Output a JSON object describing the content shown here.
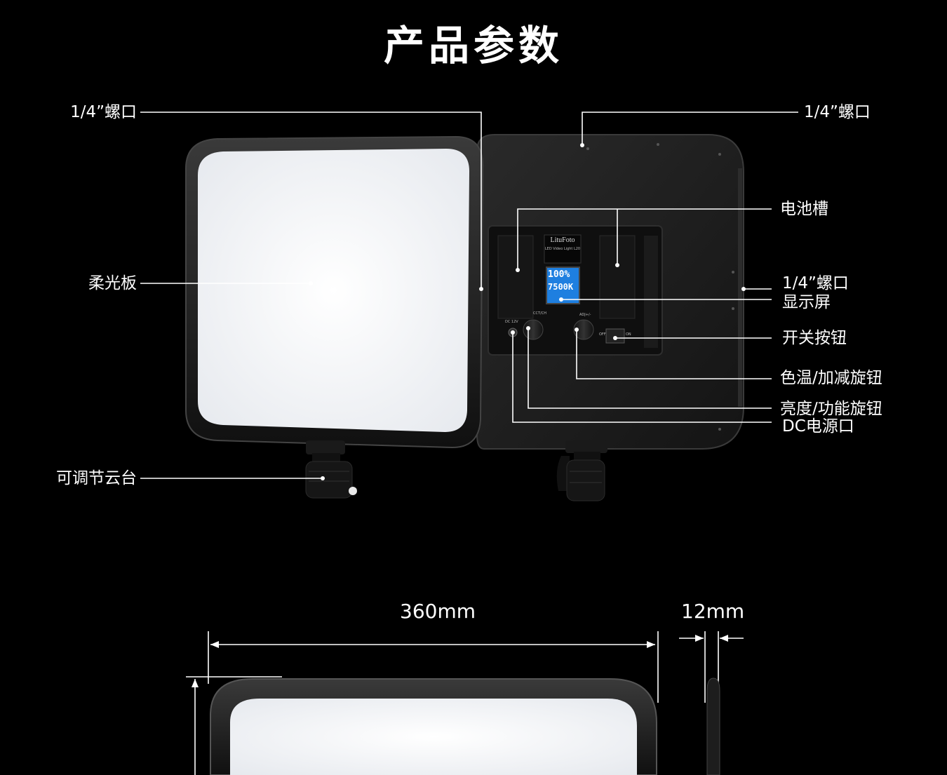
{
  "title": "产品参数",
  "callouts": {
    "mount_left": "1/4”螺口",
    "mount_top_right": "1/4”螺口",
    "battery_slot": "电池槽",
    "mount_side": "1/4”螺口",
    "display": "显示屏",
    "power_switch": "开关按钮",
    "temp_knob": "色温/加减旋钮",
    "brightness_knob": "亮度/功能旋钮",
    "dc_port": "DC电源口",
    "diffuser": "柔光板",
    "ball_head": "可调节云台"
  },
  "panel_labels": {
    "brand": "LituFoto",
    "model": "LED Video Light L20",
    "lcd_brightness": "100%",
    "lcd_temp": "7500K",
    "dc": "DC 12V",
    "cct": "CCT/CH",
    "adj": "ADJ+/-",
    "off": "OFF",
    "on": "ON"
  },
  "dimensions": {
    "width": "360mm",
    "thickness": "12mm"
  }
}
